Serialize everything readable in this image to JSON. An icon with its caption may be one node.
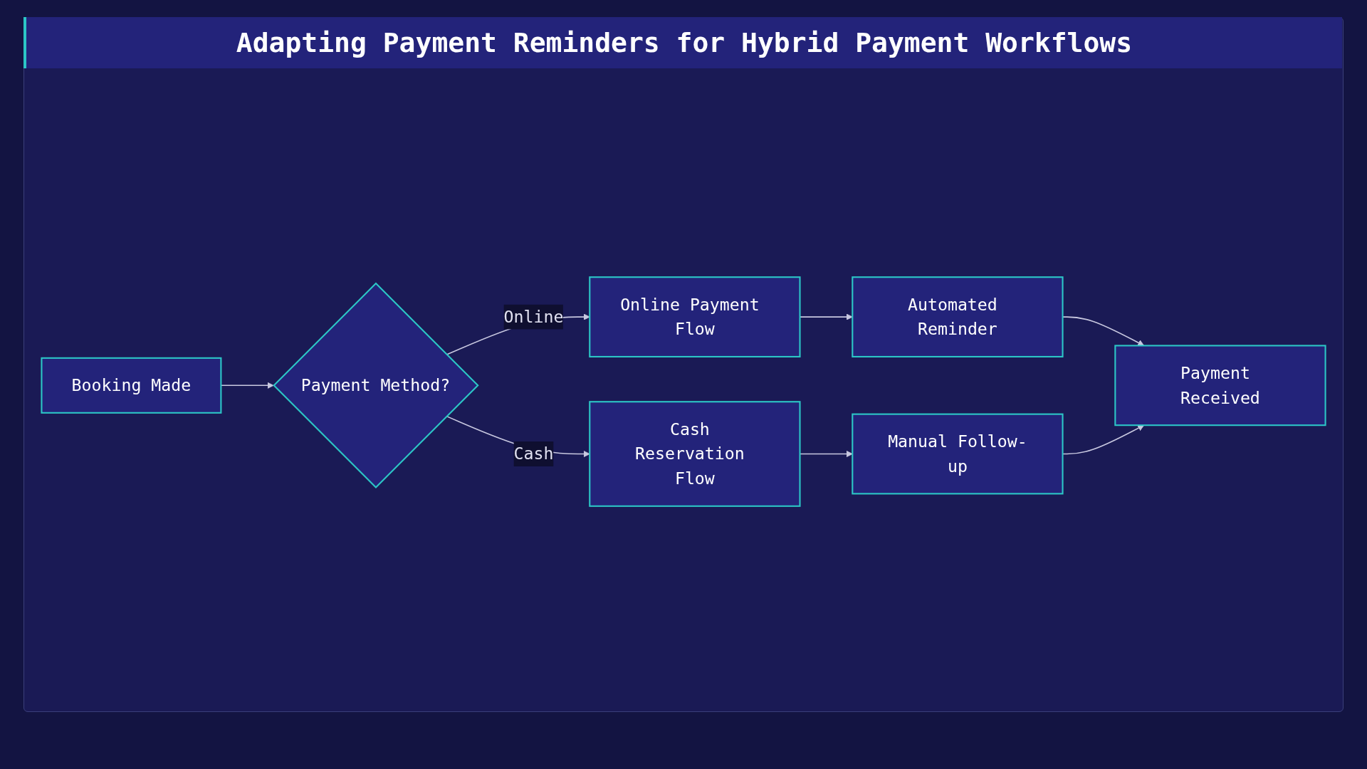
{
  "diagram": {
    "title": "Adapting Payment Reminders for Hybrid Payment Workflows",
    "nodes": [
      {
        "text": [
          "Booking Made"
        ]
      },
      {
        "text": [
          "Payment Method?"
        ]
      },
      {
        "text": [
          "Online Payment Flow"
        ]
      },
      {
        "text": [
          "Automated Reminder"
        ]
      },
      {
        "text": [
          "Cash Reservation Flow"
        ]
      },
      {
        "text": [
          "Manual Follow-up"
        ]
      },
      {
        "text": [
          "Payment Received"
        ]
      }
    ],
    "edges": [
      {
        "from": 0,
        "to": 1,
        "arrow": "to"
      },
      {
        "from": 1,
        "to": 2,
        "label": "Online",
        "arrow": "to"
      },
      {
        "from": 1,
        "to": 4,
        "label": "Cash",
        "arrow": "to"
      },
      {
        "from": 2,
        "to": 3,
        "arrow": "to"
      },
      {
        "from": 4,
        "to": 5,
        "arrow": "to"
      },
      {
        "from": 3,
        "to": 6,
        "arrow": "to"
      },
      {
        "from": 5,
        "to": 6,
        "arrow": "to"
      }
    ]
  }
}
